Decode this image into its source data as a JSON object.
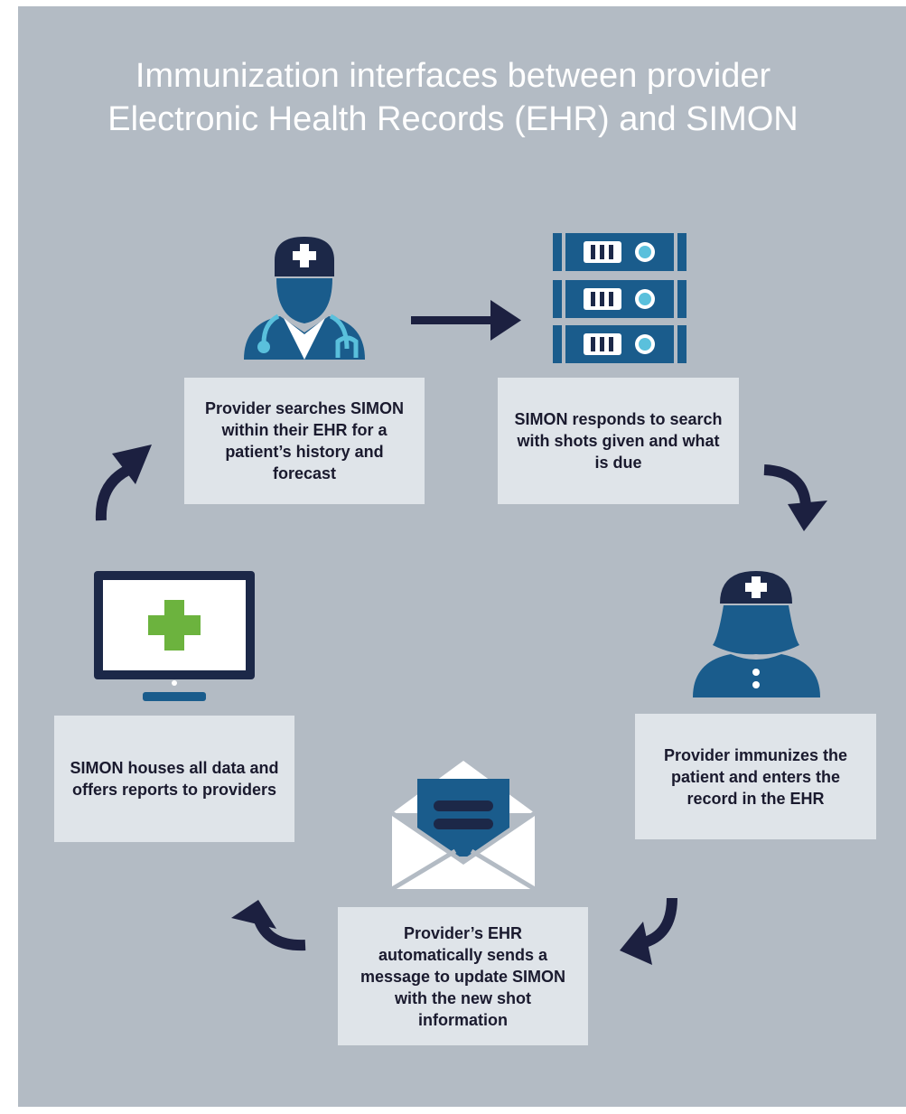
{
  "title": {
    "line1": "Immunization interfaces between provider",
    "line2": "Electronic Health Records (EHR) and SIMON"
  },
  "steps": [
    {
      "icon": "doctor-icon",
      "text": "Provider searches SIMON within their EHR for a patient’s history and forecast"
    },
    {
      "icon": "server-icon",
      "text": "SIMON responds to search with shots given and what is due"
    },
    {
      "icon": "nurse-icon",
      "text": "Provider immunizes the patient and enters the record in the EHR"
    },
    {
      "icon": "envelope-icon",
      "text": "Provider’s EHR automatically sends a message to update SIMON with the new shot information"
    },
    {
      "icon": "monitor-icon",
      "text": "SIMON houses all data and offers reports to providers"
    }
  ],
  "colors": {
    "background": "#b3bbc4",
    "box": "#dfe4e9",
    "icon_blue": "#1a5c8c",
    "icon_navy": "#1c2848",
    "arrow": "#1c2040",
    "accent_teal": "#5ac0dc",
    "accent_green": "#6cb33e"
  }
}
